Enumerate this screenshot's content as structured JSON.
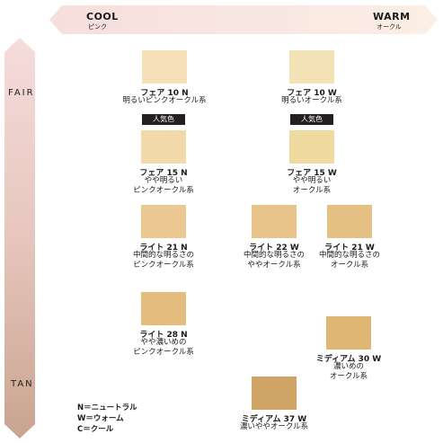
{
  "axes": {
    "cool": "COOL",
    "cool_sub": "ピンク",
    "warm": "WARM",
    "warm_sub": "オークル",
    "fair": "FAIR",
    "tan": "TAN"
  },
  "colors": {
    "axis_pink": "#f3d7d4",
    "axis_tan": "#c9a48f",
    "badge_bg": "#231f20"
  },
  "swatches": [
    {
      "name": "フェア 10 N",
      "desc": [
        "明るいピンクオークル系"
      ],
      "color": "#f5e0b9"
    },
    {
      "name": "フェア 10 W",
      "desc": [
        "明るいオークル系"
      ],
      "color": "#f4e2b7"
    },
    {
      "name": "フェア 15 N",
      "desc": [
        "やや明るい",
        "ピンクオークル系"
      ],
      "color": "#f2d9aa",
      "badge": "人気色"
    },
    {
      "name": "フェア 15 W",
      "desc": [
        "やや明るい",
        "オークル系"
      ],
      "color": "#efda9f",
      "badge": "人気色"
    },
    {
      "name": "ライト 21 N",
      "desc": [
        "中間的な明るさの",
        "ピンクオークル系"
      ],
      "color": "#ecc993"
    },
    {
      "name": "ライト 22 W",
      "desc": [
        "中間的な明るさの",
        "ややオークル系"
      ],
      "color": "#e8c48a"
    },
    {
      "name": "ライト 21 W",
      "desc": [
        "中間的な明るさの",
        "オークル系"
      ],
      "color": "#e6c186"
    },
    {
      "name": "ライト 28 N",
      "desc": [
        "やや濃いめの",
        "ピンクオークル系"
      ],
      "color": "#e4bc7d"
    },
    {
      "name": "ミディアム 30 W",
      "desc": [
        "濃いめの",
        "オークル系"
      ],
      "color": "#e0b673"
    },
    {
      "name": "ミディアム 37 W",
      "desc": [
        "濃いややオークル系"
      ],
      "color": "#cfa465"
    }
  ],
  "legend": [
    "N＝ニュートラル",
    "W＝ウォーム",
    "C＝クール"
  ]
}
